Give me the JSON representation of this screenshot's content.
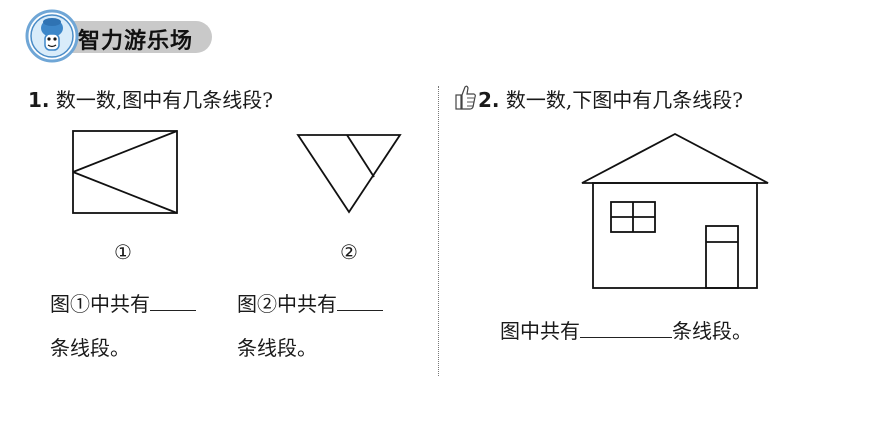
{
  "header": {
    "title": "智力游乐场"
  },
  "q1": {
    "number": "1.",
    "text": "数一数,图中有几条线段?",
    "fig1_label": "①",
    "fig2_label": "②",
    "fig1_answer_prefix": "图①中共有",
    "fig1_answer_suffix": "条线段。",
    "fig2_answer_prefix": "图②中共有",
    "fig2_answer_suffix": "条线段。"
  },
  "q2": {
    "number": "2.",
    "text": "数一数,下图中有几条线段?",
    "answer_prefix": "图中共有",
    "answer_suffix": "条线段。"
  },
  "icons": [
    "mascot-icon",
    "thumbs-up-icon"
  ]
}
